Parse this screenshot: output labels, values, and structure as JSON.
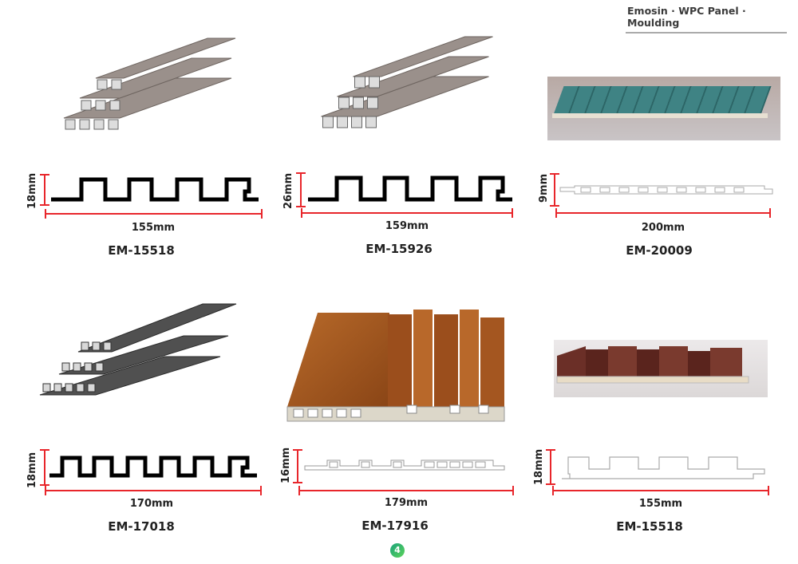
{
  "header": {
    "title": "Emosin · WPC Panel · Moulding"
  },
  "products": [
    {
      "code": "EM-15518",
      "width": "155mm",
      "height": "18mm",
      "finish": "grey wood-grain",
      "color": "#8f8580"
    },
    {
      "code": "EM-15926",
      "width": "159mm",
      "height": "26mm",
      "finish": "grey wood-grain",
      "color": "#8f8580"
    },
    {
      "code": "EM-20009",
      "width": "200mm",
      "height": "9mm",
      "finish": "teal",
      "color": "#3f7f80"
    },
    {
      "code": "EM-17018",
      "width": "170mm",
      "height": "18mm",
      "finish": "dark grey",
      "color": "#4a4a4a"
    },
    {
      "code": "EM-17916",
      "width": "179mm",
      "height": "16mm",
      "finish": "teak wood-grain",
      "color": "#a8561e"
    },
    {
      "code": "EM-15518",
      "width": "155mm",
      "height": "18mm",
      "finish": "walnut",
      "color": "#6b2f27"
    }
  ],
  "footer": {
    "page_number": "4"
  }
}
